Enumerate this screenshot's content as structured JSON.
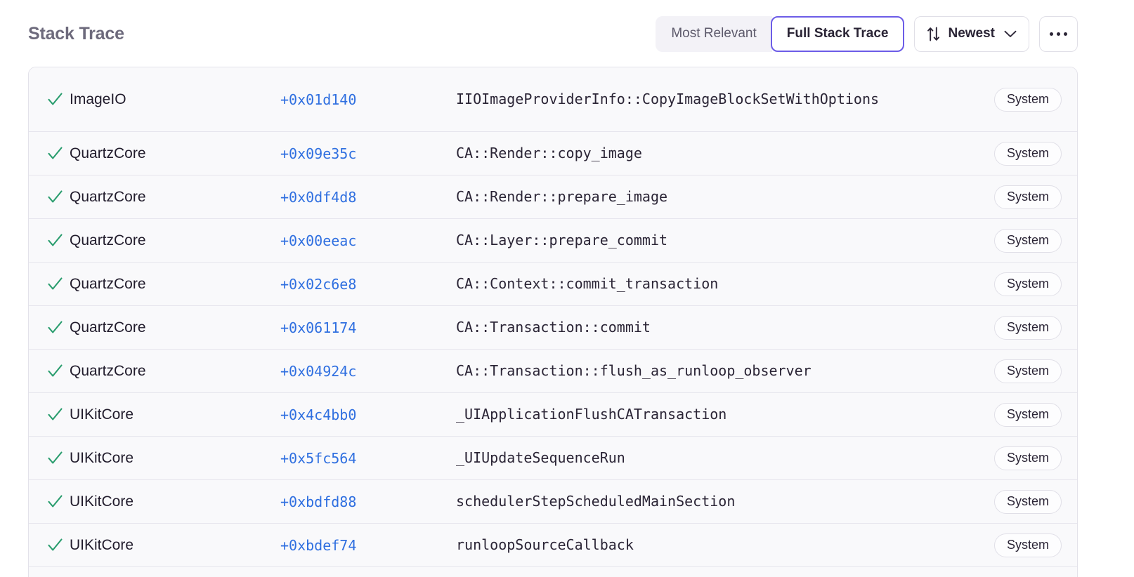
{
  "header": {
    "title": "Stack Trace",
    "segmented": {
      "options": [
        {
          "label": "Most Relevant",
          "selected": false
        },
        {
          "label": "Full Stack Trace",
          "selected": true
        }
      ]
    },
    "sort": {
      "label": "Newest",
      "sort_icon": "sort-updown-icon",
      "chevron_icon": "chevron-down-icon"
    },
    "more": {
      "icon": "ellipsis-horizontal-icon",
      "label": "..."
    }
  },
  "colors": {
    "accent_purple": "#6c5ce7",
    "link_blue": "#2f6fe0",
    "check_green": "#2a9d6e",
    "title_gray": "#6d6a7c",
    "row_bg": "#f9f9fb",
    "border": "#e3e2ea"
  },
  "table": {
    "rows": [
      {
        "status_icon": "check-icon",
        "image": "ImageIO",
        "offset": "+0x01d140",
        "function": "IIOImageProviderInfo::CopyImageBlockSetWithOptions",
        "tag": "System"
      },
      {
        "status_icon": "check-icon",
        "image": "QuartzCore",
        "offset": "+0x09e35c",
        "function": "CA::Render::copy_image",
        "tag": "System"
      },
      {
        "status_icon": "check-icon",
        "image": "QuartzCore",
        "offset": "+0x0df4d8",
        "function": "CA::Render::prepare_image",
        "tag": "System"
      },
      {
        "status_icon": "check-icon",
        "image": "QuartzCore",
        "offset": "+0x00eeac",
        "function": "CA::Layer::prepare_commit",
        "tag": "System"
      },
      {
        "status_icon": "check-icon",
        "image": "QuartzCore",
        "offset": "+0x02c6e8",
        "function": "CA::Context::commit_transaction",
        "tag": "System"
      },
      {
        "status_icon": "check-icon",
        "image": "QuartzCore",
        "offset": "+0x061174",
        "function": "CA::Transaction::commit",
        "tag": "System"
      },
      {
        "status_icon": "check-icon",
        "image": "QuartzCore",
        "offset": "+0x04924c",
        "function": "CA::Transaction::flush_as_runloop_observer",
        "tag": "System"
      },
      {
        "status_icon": "check-icon",
        "image": "UIKitCore",
        "offset": "+0x4c4bb0",
        "function": "_UIApplicationFlushCATransaction",
        "tag": "System"
      },
      {
        "status_icon": "check-icon",
        "image": "UIKitCore",
        "offset": "+0x5fc564",
        "function": "_UIUpdateSequenceRun",
        "tag": "System"
      },
      {
        "status_icon": "check-icon",
        "image": "UIKitCore",
        "offset": "+0xbdfd88",
        "function": "schedulerStepScheduledMainSection",
        "tag": "System"
      },
      {
        "status_icon": "check-icon",
        "image": "UIKitCore",
        "offset": "+0xbdef74",
        "function": "runloopSourceCallback",
        "tag": "System"
      }
    ]
  }
}
